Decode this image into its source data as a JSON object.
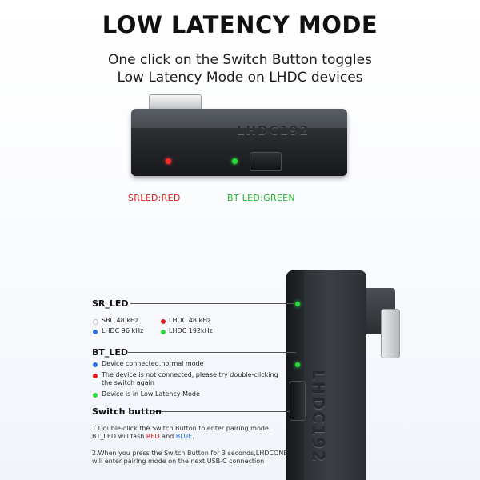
{
  "header": {
    "title": "LOW LATENCY MODE",
    "subtitle_line1": "One click on the Switch Button toggles",
    "subtitle_line2": "Low Latency Mode on LHDC devices"
  },
  "top_device": {
    "brand": "LHDC192",
    "sr_led_label": "SRLED:RED",
    "bt_led_label": "BT LED:GREEN"
  },
  "side_device": {
    "brand": "LHDC192"
  },
  "sr_led": {
    "title": "SR_LED",
    "items": [
      {
        "label": "SBC 48 kHz",
        "color": "#ffffff"
      },
      {
        "label": "LHDC 48 kHz",
        "color": "#e11b1b"
      },
      {
        "label": "LHDC 96 kHz",
        "color": "#2a6fdb"
      },
      {
        "label": "LHDC 192kHz",
        "color": "#2bd83a"
      }
    ]
  },
  "bt_led": {
    "title": "BT_LED",
    "items": [
      {
        "label": "Device connected,normal mode",
        "color": "#2a6fdb"
      },
      {
        "label_line1": "The device is not connected, please try double-clicking",
        "label_line2": "the switch again",
        "color": "#e11b1b"
      },
      {
        "label": "Device is in Low Latency Mode",
        "color": "#2bd83a"
      }
    ]
  },
  "switch_button": {
    "title": "Switch button",
    "note1_line1": "1.Double-click the Switch Button to enter pairing mode.",
    "note1_line2_prefix": "BT_LED will fash ",
    "note1_red": "RED",
    "note1_and": " and ",
    "note1_blue": "BLUE",
    "note1_end": ".",
    "note2_line1": "2.When you press the Switch Button for 3 seconds,LHDCONE",
    "note2_line2": "will enter pairing mode on the next USB-C connection"
  }
}
